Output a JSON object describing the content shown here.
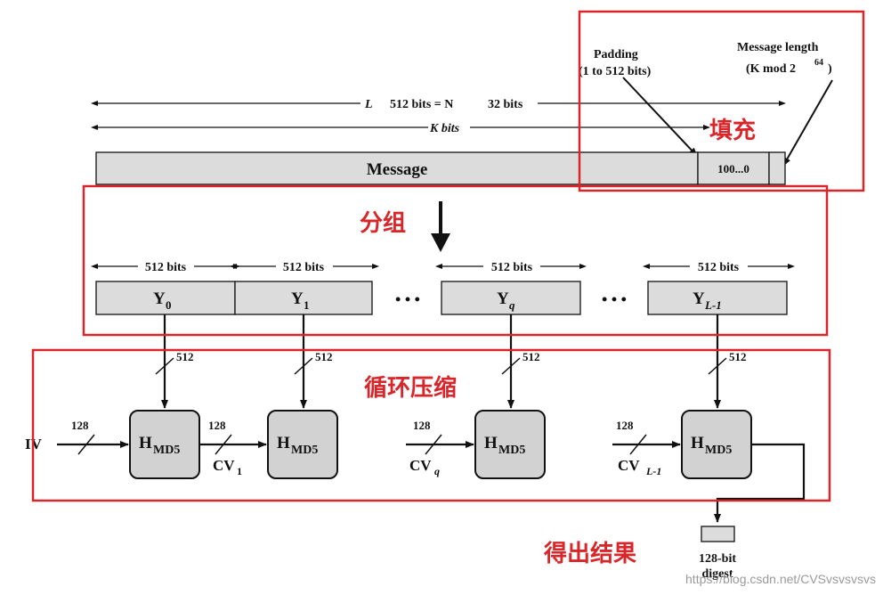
{
  "diagram": {
    "top": {
      "padding_label": "Padding",
      "padding_range": "(1 to 512 bits)",
      "length_label": "Message length",
      "length_formula_prefix": "(K mod 2",
      "length_formula_exp": "64",
      "length_formula_suffix": ")",
      "l_label": "L",
      "l_eq": "512 bits = N",
      "l_bits": "32 bits",
      "k_label": "K bits",
      "message": "Message",
      "padding_value": "100...0"
    },
    "block_size_label": "512 bits",
    "blocks": [
      {
        "base": "Y",
        "sub": "0"
      },
      {
        "base": "Y",
        "sub": "1"
      },
      {
        "base": "Y",
        "sub": "q"
      },
      {
        "base": "Y",
        "sub": "L-1"
      }
    ],
    "dots": "• • •",
    "input_width": "512",
    "hash_box": {
      "base": "H",
      "sub": "MD5"
    },
    "iv_label": "IV",
    "cv_width": "128",
    "cv_labels": [
      {
        "base": "CV",
        "sub": "1"
      },
      {
        "base": "CV",
        "sub": "q"
      },
      {
        "base": "CV",
        "sub": "L-1"
      }
    ],
    "output": {
      "line1": "128-bit",
      "line2": "digest"
    }
  },
  "annotations": {
    "fill": "填充",
    "group": "分组",
    "compress": "循环压缩",
    "result": "得出结果"
  },
  "watermark": "https://blog.csdn.net/CVSvsvsvsvs",
  "colors": {
    "annotation_red": "#d8262b",
    "block_fill": "#dcdcdc",
    "hash_fill": "#d2d2d2"
  }
}
